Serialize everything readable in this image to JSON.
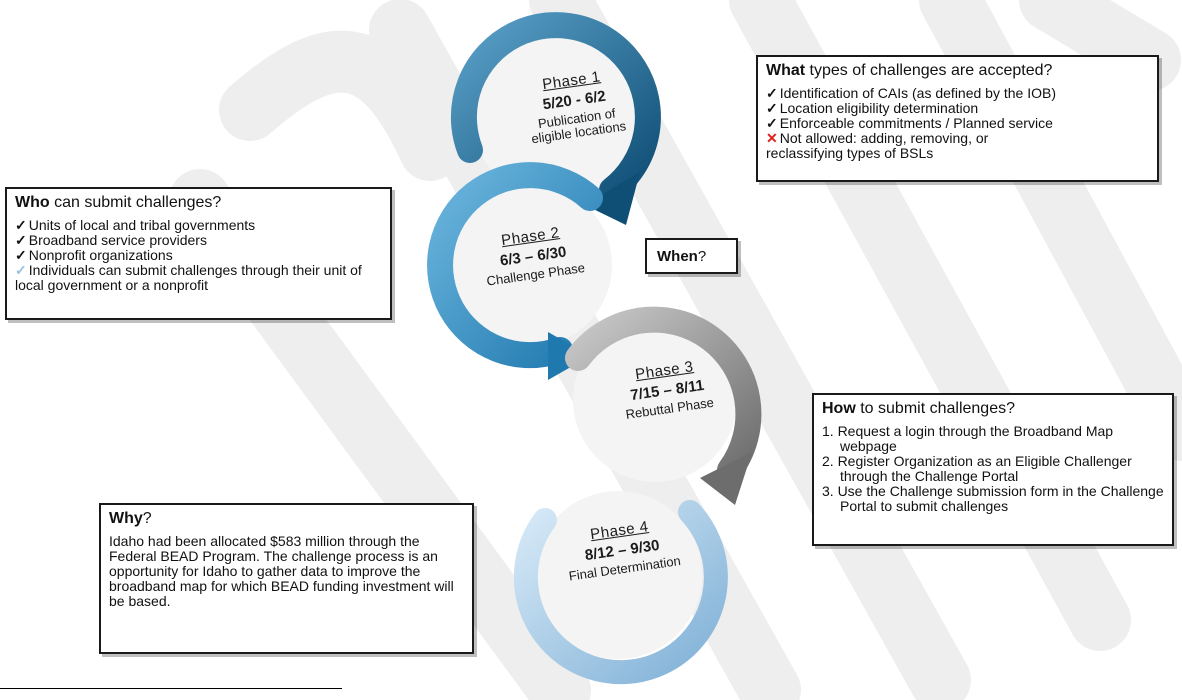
{
  "phases": [
    {
      "title": "Phase 1",
      "dates": "5/20 - 6/2",
      "desc": "Publication of eligible locations"
    },
    {
      "title": "Phase 2",
      "dates": "6/3 – 6/30",
      "desc": "Challenge Phase"
    },
    {
      "title": "Phase 3",
      "dates": "7/15 – 8/11",
      "desc": "Rebuttal Phase"
    },
    {
      "title": "Phase 4",
      "dates": "8/12 – 9/30",
      "desc": "Final Determination"
    }
  ],
  "what": {
    "bold": "What",
    "rest": " types of challenges are accepted?",
    "items": [
      "Identification of CAIs (as defined by the IOB)",
      "Location eligibility determination",
      "Enforceable commitments / Planned service"
    ],
    "not_allowed": "Not allowed: adding, removing, or reclassifying types of BSLs"
  },
  "who": {
    "bold": "Who",
    "rest": " can submit challenges?",
    "items": [
      "Units of local and tribal governments",
      "Broadband service providers",
      "Nonprofit organizations"
    ],
    "note": "Individuals can submit challenges through their unit of local government or a nonprofit"
  },
  "when": {
    "bold": "When",
    "rest": "?"
  },
  "how": {
    "bold": "How",
    "rest": " to submit challenges?",
    "steps": [
      "1. Request a login through the Broadband Map webpage",
      "2. Register Organization as an Eligible Challenger through the Challenge Portal",
      "3. Use the Challenge submission form in the Challenge Portal to submit challenges"
    ]
  },
  "why": {
    "bold": "Why",
    "rest": "?",
    "body": "Idaho had been allocated $583 million through the Federal BEAD Program. The challenge process is an opportunity for Idaho to gather data to improve the broadband map for which BEAD funding investment will be based."
  },
  "colors": {
    "arc1": "#1d6d9a",
    "arc2": "#2f8fc4",
    "arc3": "#8a8a8a",
    "arc4": "#8fbde0",
    "inner": "#e9e9e9",
    "check_light": "#9cc0dc",
    "cross": "#e0201c"
  },
  "icons": [
    "check-icon",
    "cross-icon",
    "arrow-icon"
  ]
}
